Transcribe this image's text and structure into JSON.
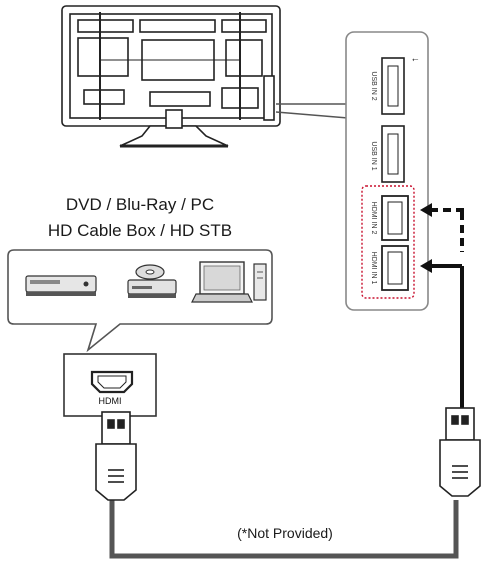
{
  "source_devices": {
    "line1": "DVD / Blu-Ray / PC",
    "line2": "HD Cable Box / HD STB"
  },
  "source_port_label": "HDMI",
  "cable_note": "(*Not Provided)",
  "tv_panel_port_labels": [
    "USB IN 2",
    "USB IN 1",
    "HDMI IN 2",
    "HDMI IN 1"
  ],
  "icons": [
    "tv-back-icon",
    "dvd-player-icon",
    "bluray-player-icon",
    "pc-icon",
    "hdmi-plug-icon",
    "usb-port-icon",
    "hdmi-port-icon"
  ]
}
